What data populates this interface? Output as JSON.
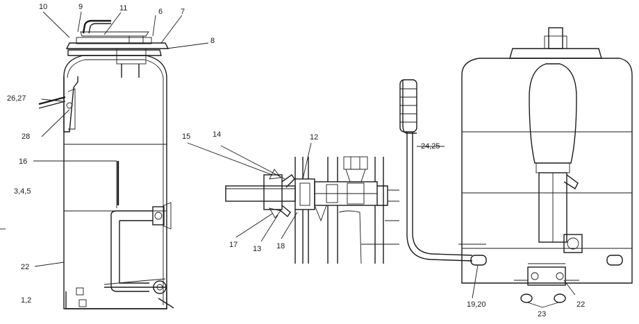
{
  "callouts": {
    "c10": "10",
    "c9": "9",
    "c11": "11",
    "c6": "6",
    "c7": "7",
    "c8": "8",
    "c26_27": "26,27",
    "c28": "28",
    "c16": "16",
    "c3_4_5": "3,4,5",
    "c22_left": "22",
    "c1_2": "1,2",
    "c15": "15",
    "c14": "14",
    "c12": "12",
    "c17": "17",
    "c13": "13",
    "c18": "18",
    "c24_25": "24,25",
    "c19_20": "19,20",
    "c22_right": "22",
    "c23": "23"
  }
}
